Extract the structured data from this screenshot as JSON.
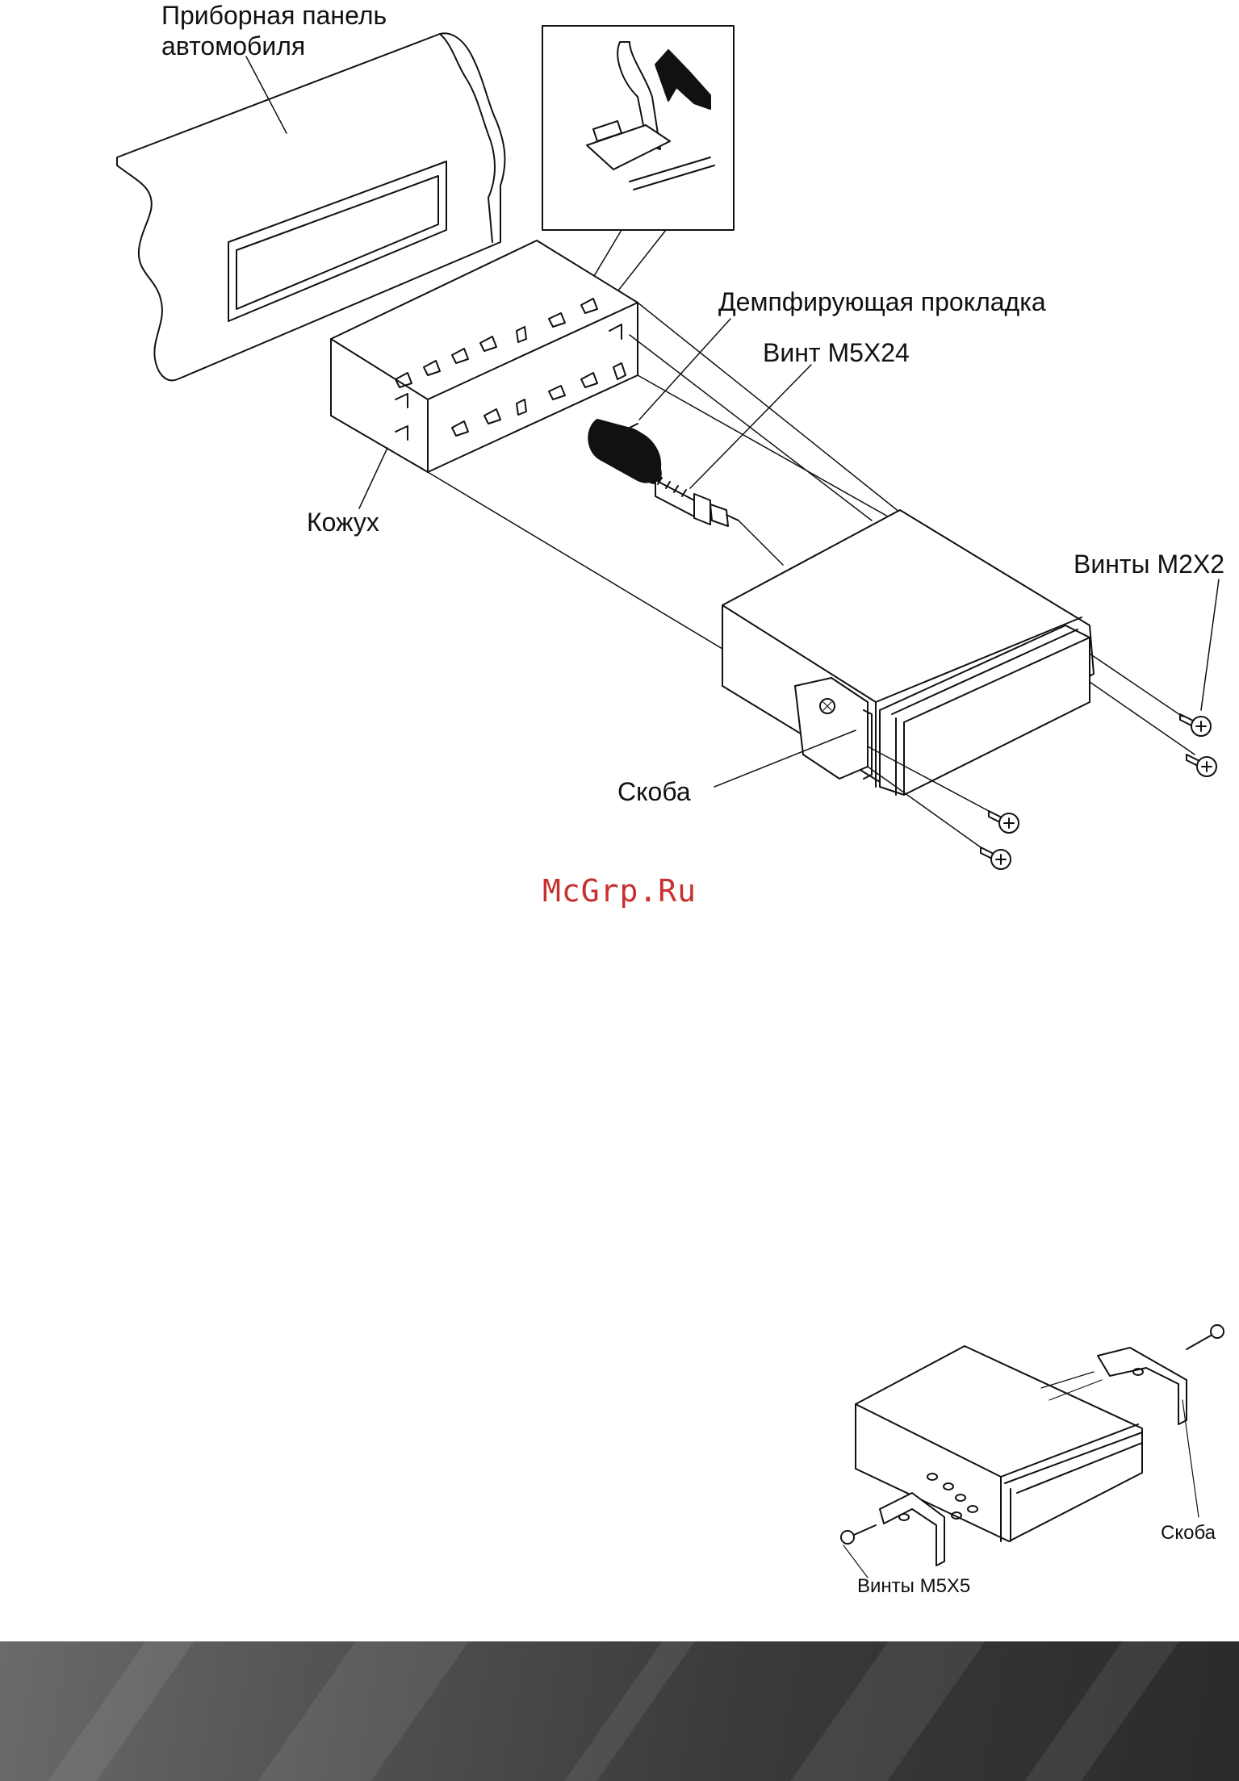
{
  "labels": {
    "dashboard_line1": "Приборная панель",
    "dashboard_line2": "автомобиля",
    "damping_pad": "Демпфирующая прокладка",
    "screw_m5x24": "Винт M5X24",
    "housing": "Кожух",
    "screws_m2x2": "Винты M2X2",
    "bracket_main": "Скоба",
    "bracket_small": "Скоба",
    "screws_m5x5": "Винты M5X5"
  },
  "watermark": "McGrp.Ru",
  "colors": {
    "ink": "#111111",
    "watermark": "#c8302f",
    "footer": "#3a3a3a"
  }
}
